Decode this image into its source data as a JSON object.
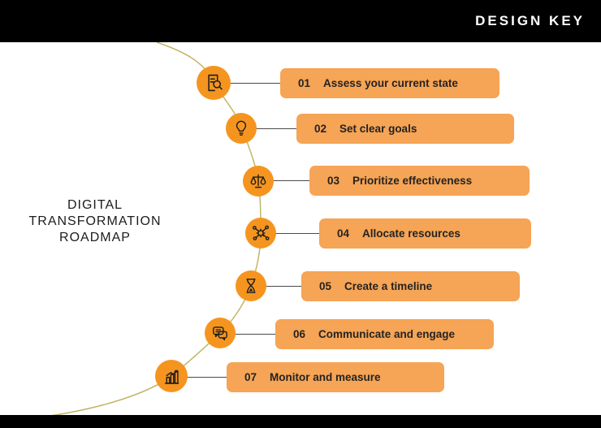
{
  "header": {
    "brand": "DESIGN KEY"
  },
  "title": {
    "text": "DIGITAL TRANSFORMATION ROADMAP"
  },
  "steps": [
    {
      "number": "01",
      "label": "Assess your current state",
      "icon": "document-search-icon"
    },
    {
      "number": "02",
      "label": "Set clear goals",
      "icon": "lightbulb-icon"
    },
    {
      "number": "03",
      "label": "Prioritize effectiveness",
      "icon": "balance-scale-icon"
    },
    {
      "number": "04",
      "label": "Allocate resources",
      "icon": "gears-network-icon"
    },
    {
      "number": "05",
      "label": "Create a timeline",
      "icon": "hourglass-icon"
    },
    {
      "number": "06",
      "label": "Communicate and engage",
      "icon": "chat-bubbles-icon"
    },
    {
      "number": "07",
      "label": "Monitor and measure",
      "icon": "bar-chart-icon"
    }
  ],
  "colors": {
    "bar_fill": "#F6A455",
    "badge_fill": "#F5951F",
    "curve": "#C2B566",
    "text_dark": "#232323",
    "header_bg": "#000000"
  }
}
